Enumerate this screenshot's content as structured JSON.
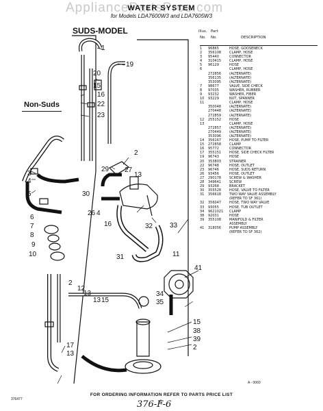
{
  "watermark": "AppliancePartsPros.com",
  "title": "WATER SYSTEM",
  "subtitle": "for Models LDA7600W3 and LDA7605W3",
  "section_suds": "SUDS-MODEL",
  "section_nonsuds": "Non-Suds",
  "parts_header": {
    "illus": "Illus.",
    "part": "Part",
    "no1": "No.",
    "no2": "No.",
    "description": "DESCRIPTION"
  },
  "parts": [
    {
      "no": "1",
      "part": "96865",
      "desc": "HOSE, GOOSENECK"
    },
    {
      "no": "2",
      "part": "356108",
      "desc": "CLAMP, HOSE"
    },
    {
      "no": "3",
      "part": "95440",
      "desc": "CONNECTOR"
    },
    {
      "no": "4",
      "part": "310415",
      "desc": "CLAMP, HOSE"
    },
    {
      "no": "5",
      "part": "96129",
      "desc": "HOSE"
    },
    {
      "no": "6",
      "part": "",
      "desc": "CLAMP, HOSE"
    },
    {
      "no": "",
      "part": "272856",
      "desc": "(ALTERNATE)"
    },
    {
      "no": "",
      "part": "356135",
      "desc": "(ALTERNATE)"
    },
    {
      "no": "",
      "part": "353095",
      "desc": "(ALTERNATE)"
    },
    {
      "no": "7",
      "part": "98677",
      "desc": "VALVE, SIDE CHECK"
    },
    {
      "no": "8",
      "part": "97035",
      "desc": "WASHER, RUBBER"
    },
    {
      "no": "9",
      "part": "93232",
      "desc": "WASHER, FIBER"
    },
    {
      "no": "10",
      "part": "93229",
      "desc": "NUT, SPANNER"
    },
    {
      "no": "11",
      "part": "",
      "desc": "CLAMP, HOSE"
    },
    {
      "no": "",
      "part": "350048",
      "desc": "(ALTERNATE)"
    },
    {
      "no": "",
      "part": "270448",
      "desc": "(ALTERNATE)"
    },
    {
      "no": "",
      "part": "272859",
      "desc": "(ALTERNATE)"
    },
    {
      "no": "12",
      "part": "255152",
      "desc": "HOSE"
    },
    {
      "no": "13",
      "part": "",
      "desc": "CLAMP, HOSE"
    },
    {
      "no": "",
      "part": "272857",
      "desc": "(ALTERNATE)"
    },
    {
      "no": "",
      "part": "270449",
      "desc": "(ALTERNATE)"
    },
    {
      "no": "",
      "part": "353096",
      "desc": "(ALTERNATE)"
    },
    {
      "no": "14",
      "part": "356167",
      "desc": "HOSE, PUMP TO FILTER"
    },
    {
      "no": "15",
      "part": "272858",
      "desc": "CLAMP"
    },
    {
      "no": "16",
      "part": "95772",
      "desc": "CONNECTOR"
    },
    {
      "no": "17",
      "part": "355151",
      "desc": "HOSE, SIDE CHECK FILTER"
    },
    {
      "no": "19",
      "part": "96743",
      "desc": "HOSE"
    },
    {
      "no": "20",
      "part": "353803",
      "desc": "STRAINER"
    },
    {
      "no": "22",
      "part": "96748",
      "desc": "HOSE, OUTLET"
    },
    {
      "no": "23",
      "part": "96746",
      "desc": "HOSE, SUDS RETURN"
    },
    {
      "no": "26",
      "part": "93456",
      "desc": "HOSE, OUTLET"
    },
    {
      "no": "27",
      "part": "290178",
      "desc": "SCREW & WASHER"
    },
    {
      "no": "28",
      "part": "349641",
      "desc": "SCREW"
    },
    {
      "no": "29",
      "part": "93268",
      "desc": "BRACKET"
    },
    {
      "no": "30",
      "part": "355528",
      "desc": "HOSE, VALVE TO FILTER"
    },
    {
      "no": "31",
      "part": "356618",
      "desc": "TWO WAY VALVE ASSEMBLY"
    },
    {
      "no": "",
      "part": "",
      "desc": "(REFER TO SF 361)"
    },
    {
      "no": "32",
      "part": "356047",
      "desc": "HOSE, TWO WAY VALVE"
    },
    {
      "no": "33",
      "part": "93055",
      "desc": "HOSE, TUB OUTLET"
    },
    {
      "no": "34",
      "part": "9621021",
      "desc": "CLAMP"
    },
    {
      "no": "38",
      "part": "92031",
      "desc": "HOSE"
    },
    {
      "no": "39",
      "part": "355108",
      "desc": "MANIFOLD & FILTER"
    },
    {
      "no": "",
      "part": "",
      "desc": "ASSEMBLY"
    },
    {
      "no": "41",
      "part": "318056",
      "desc": "PUMP ASSEMBLY"
    },
    {
      "no": "",
      "part": "",
      "desc": "(REFER TO SF 362)"
    }
  ],
  "callouts": {
    "c1": "1",
    "c19": "19",
    "c20": "20",
    "c15a": "15",
    "c16a": "16",
    "c22": "22",
    "c23": "23",
    "c2a": "2",
    "c29": "29",
    "c27": "27",
    "c13a": "13",
    "c3": "3",
    "c4a": "4",
    "c5": "5",
    "c30": "30",
    "c26": "26",
    "c4b": "4",
    "c16b": "16",
    "c32": "32",
    "c33": "33",
    "c6": "6",
    "c7": "7",
    "c8": "8",
    "c9": "9",
    "c10": "10",
    "c31": "31",
    "c11": "11",
    "c41": "41",
    "c2b": "2",
    "c12": "12",
    "c13b": "13",
    "c13c": "13",
    "c15b": "15",
    "c34": "34",
    "c35": "35",
    "c15c": "15",
    "c38": "38",
    "c39": "39",
    "c17": "17",
    "c13d": "13",
    "c2c": "2"
  },
  "drawing_code": "A - 0060",
  "footer": "FOR ORDERING INFORMATION REFER TO PARTS PRICE LIST",
  "page_number": "6",
  "doc_code": "376477",
  "handwritten": "376-F-6"
}
